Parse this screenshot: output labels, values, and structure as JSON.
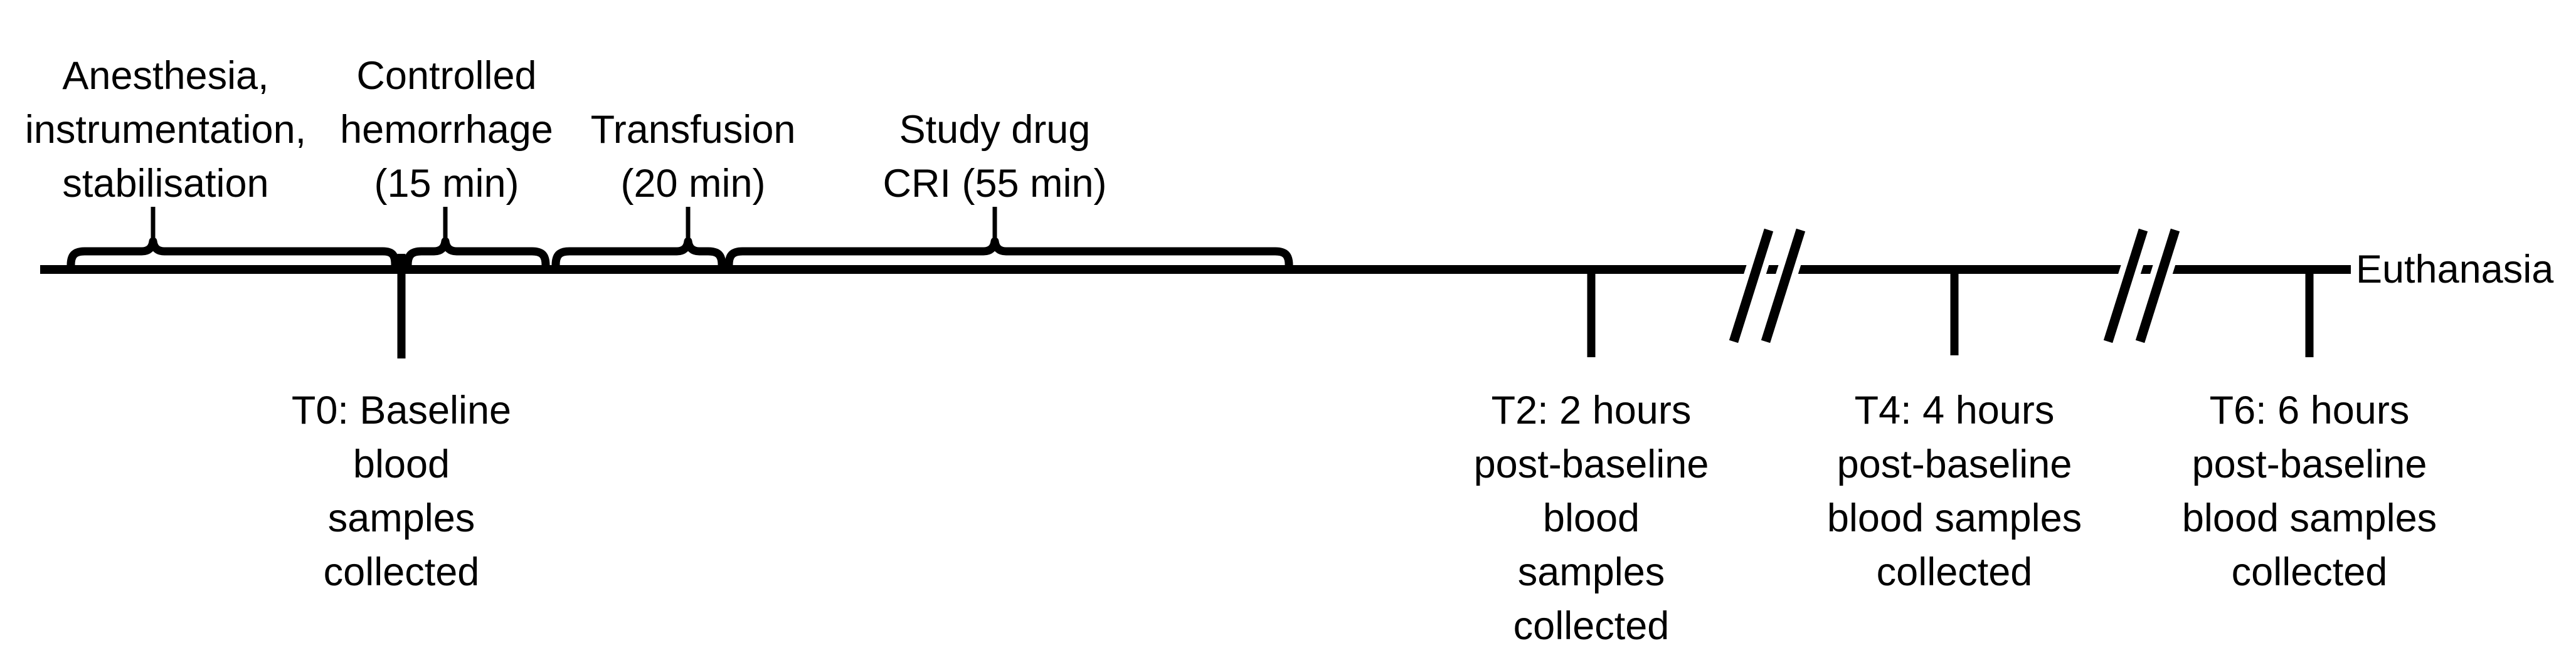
{
  "colors": {
    "ink": "#000000",
    "background": "#ffffff"
  },
  "timeline": {
    "phases": [
      {
        "lines": [
          "Anesthesia,",
          "instrumentation,",
          "stabilisation"
        ]
      },
      {
        "lines": [
          "Controlled",
          "hemorrhage",
          "(15 min)"
        ]
      },
      {
        "lines": [
          "Transfusion",
          "(20 min)"
        ]
      },
      {
        "lines": [
          "Study drug",
          "CRI (55 min)"
        ]
      }
    ],
    "timepoints": [
      {
        "lines": [
          "T0: Baseline",
          "blood",
          "samples",
          "collected"
        ]
      },
      {
        "lines": [
          "T2: 2 hours",
          "post-baseline",
          "blood",
          "samples",
          "collected"
        ]
      },
      {
        "lines": [
          "T4: 4 hours",
          "post-baseline",
          "blood samples",
          "collected"
        ]
      },
      {
        "lines": [
          "T6: 6 hours",
          "post-baseline",
          "blood samples",
          "collected"
        ]
      }
    ],
    "end_label": "Euthanasia"
  }
}
